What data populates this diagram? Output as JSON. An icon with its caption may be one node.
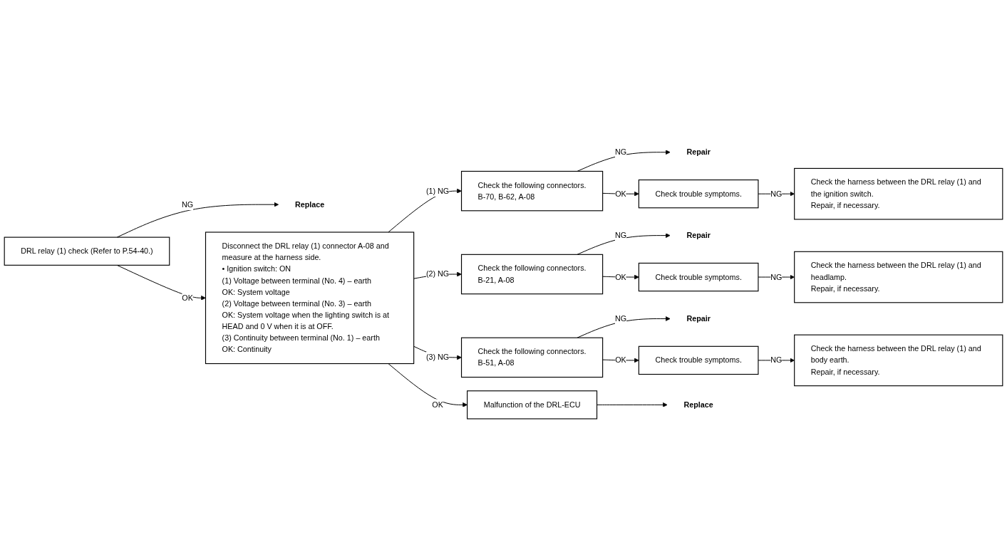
{
  "diagram": {
    "nodes": [
      {
        "text": [
          "DRL relay (1) check (Refer to P.54-40.)"
        ]
      },
      {
        "text": [
          "Replace"
        ]
      },
      {
        "text": [
          "Disconnect the DRL relay (1) connector A-08 and measure at the harness side.",
          "• Ignition switch: ON",
          "(1) Voltage between terminal (No. 4) – earth",
          "OK: System voltage",
          "(2) Voltage between terminal (No. 3) – earth",
          "OK: System voltage when the lighting switch is at HEAD and 0 V when it is at OFF.",
          "(3) Continuity between terminal (No. 1) – earth",
          "OK: Continuity"
        ]
      },
      {
        "text": [
          "Check the following connectors.",
          "B-70, B-62, A-08"
        ]
      },
      {
        "text": [
          "Repair"
        ]
      },
      {
        "text": [
          "Check trouble symptoms."
        ]
      },
      {
        "text": [
          "Check the harness between the DRL relay (1) and the ignition switch.",
          "Repair, if necessary."
        ]
      },
      {
        "text": [
          "Check the following connectors.",
          "B-21, A-08"
        ]
      },
      {
        "text": [
          "Repair"
        ]
      },
      {
        "text": [
          "Check trouble symptoms."
        ]
      },
      {
        "text": [
          "Check the harness between the DRL relay (1) and headlamp.",
          "Repair, if necessary."
        ]
      },
      {
        "text": [
          "Check the following connectors.",
          "B-51, A-08"
        ]
      },
      {
        "text": [
          "Repair"
        ]
      },
      {
        "text": [
          "Check trouble symptoms."
        ]
      },
      {
        "text": [
          "Check the harness between the DRL relay (1) and body earth.",
          "Repair, if necessary."
        ]
      },
      {
        "text": [
          "Malfunction of the DRL-ECU"
        ]
      },
      {
        "text": [
          "Replace"
        ]
      }
    ],
    "edges": [
      {
        "from": 0,
        "to": 1,
        "arrow": "to",
        "label": "NG"
      },
      {
        "from": 0,
        "to": 2,
        "arrow": "to",
        "label": "OK"
      },
      {
        "from": 2,
        "to": 3,
        "arrow": "to",
        "label": "(1) NG"
      },
      {
        "from": 3,
        "to": 4,
        "arrow": "to",
        "label": "NG"
      },
      {
        "from": 3,
        "to": 5,
        "arrow": "to",
        "label": "OK"
      },
      {
        "from": 5,
        "to": 6,
        "arrow": "to",
        "label": "NG"
      },
      {
        "from": 2,
        "to": 7,
        "arrow": "to",
        "label": "(2) NG"
      },
      {
        "from": 7,
        "to": 8,
        "arrow": "to",
        "label": "NG"
      },
      {
        "from": 7,
        "to": 9,
        "arrow": "to",
        "label": "OK"
      },
      {
        "from": 9,
        "to": 10,
        "arrow": "to",
        "label": "NG"
      },
      {
        "from": 2,
        "to": 11,
        "arrow": "to",
        "label": "(3) NG"
      },
      {
        "from": 11,
        "to": 12,
        "arrow": "to",
        "label": "NG"
      },
      {
        "from": 11,
        "to": 13,
        "arrow": "to",
        "label": "OK"
      },
      {
        "from": 13,
        "to": 14,
        "arrow": "to",
        "label": "NG"
      },
      {
        "from": 2,
        "to": 15,
        "arrow": "to",
        "label": "OK"
      },
      {
        "from": 15,
        "to": 16,
        "arrow": "to"
      }
    ]
  }
}
